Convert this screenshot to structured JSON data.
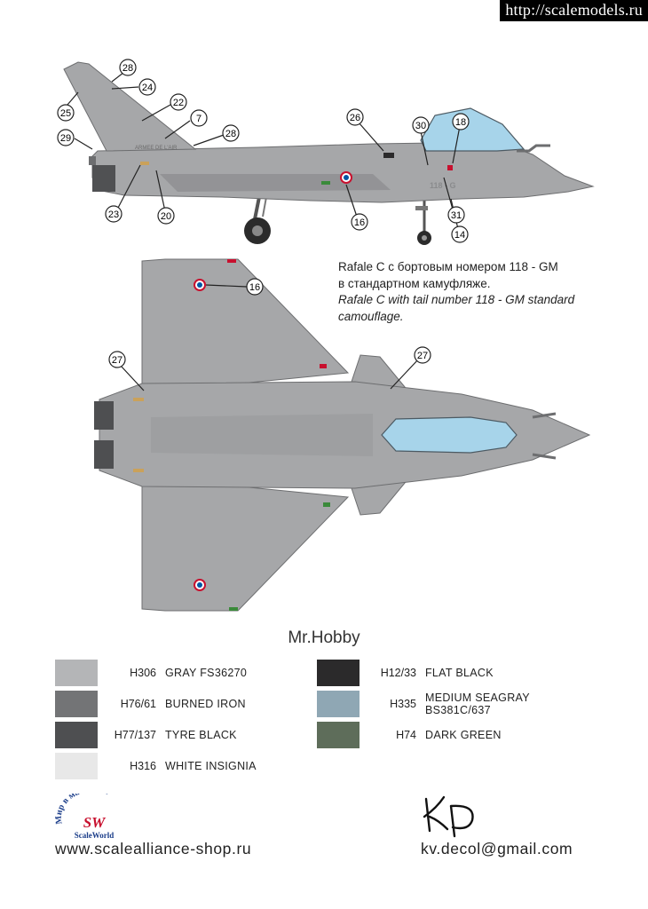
{
  "watermark": "http://scalemodels.ru",
  "callouts": {
    "c28a": "28",
    "c24": "24",
    "c22": "22",
    "c25": "25",
    "c7": "7",
    "c29": "29",
    "c28b": "28",
    "c26": "26",
    "c30": "30",
    "c18": "18",
    "c23": "23",
    "c20": "20",
    "c16a": "16",
    "c31": "31",
    "c14": "14",
    "c16b": "16",
    "c27a": "27",
    "c27b": "27"
  },
  "aircraft": {
    "tail_text": "ARMEE DE L'AIR",
    "nose_number": "118 - G"
  },
  "caption": {
    "ru_line1": "Rafale C с бортовым номером 118 - GM",
    "ru_line2": "в стандартном камуфляже.",
    "en_line1": "Rafale C with tail number 118 - GM standard",
    "en_line2": "camouflage."
  },
  "paint_brand": "Mr.Hobby",
  "paints": [
    {
      "code": "H306",
      "name": "GRAY FS36270",
      "color": "#b4b5b7"
    },
    {
      "code": "H76/61",
      "name": "BURNED IRON",
      "color": "#737476"
    },
    {
      "code": "H77/137",
      "name": "TYRE BLACK",
      "color": "#4e4f51"
    },
    {
      "code": "H316",
      "name": "WHITE INSIGNIA",
      "color": "#e8e8e8"
    },
    {
      "code": "H12/33",
      "name": "FLAT BLACK",
      "color": "#2b2a2b"
    },
    {
      "code": "H335",
      "name": "MEDIUM SEAGRAY",
      "name2": "BS381C/637",
      "color": "#8fa7b4"
    },
    {
      "code": "H74",
      "name": "DARK GREEN",
      "color": "#5e6d5a"
    }
  ],
  "logo": {
    "text_arc": "Мир в масштабе",
    "mark": "SW",
    "subtitle": "ScaleWorld"
  },
  "footer": {
    "website": "www.scalealliance-shop.ru",
    "email": "kv.decol@gmail.com",
    "signature": "KD"
  }
}
